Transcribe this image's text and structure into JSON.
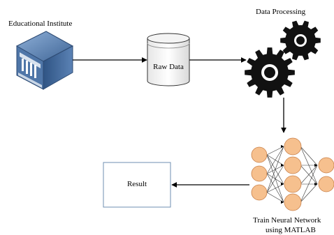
{
  "diagram": {
    "institute_label": "Educational Institute",
    "processing_label": "Data Processing",
    "raw_data_label": "Raw Data",
    "result_label": "Result",
    "nn_label_line1": "Train Neural Network",
    "nn_label_line2": "using MATLAB"
  },
  "colors": {
    "neuron_fill": "#f6c08e",
    "neuron_stroke": "#c9814a",
    "gear": "#111111",
    "result_border": "#6f8fb0",
    "building_blue": "#4a6fa0"
  },
  "icons": [
    "building-icon",
    "database-icon",
    "gear-icon",
    "neural-network-icon"
  ]
}
